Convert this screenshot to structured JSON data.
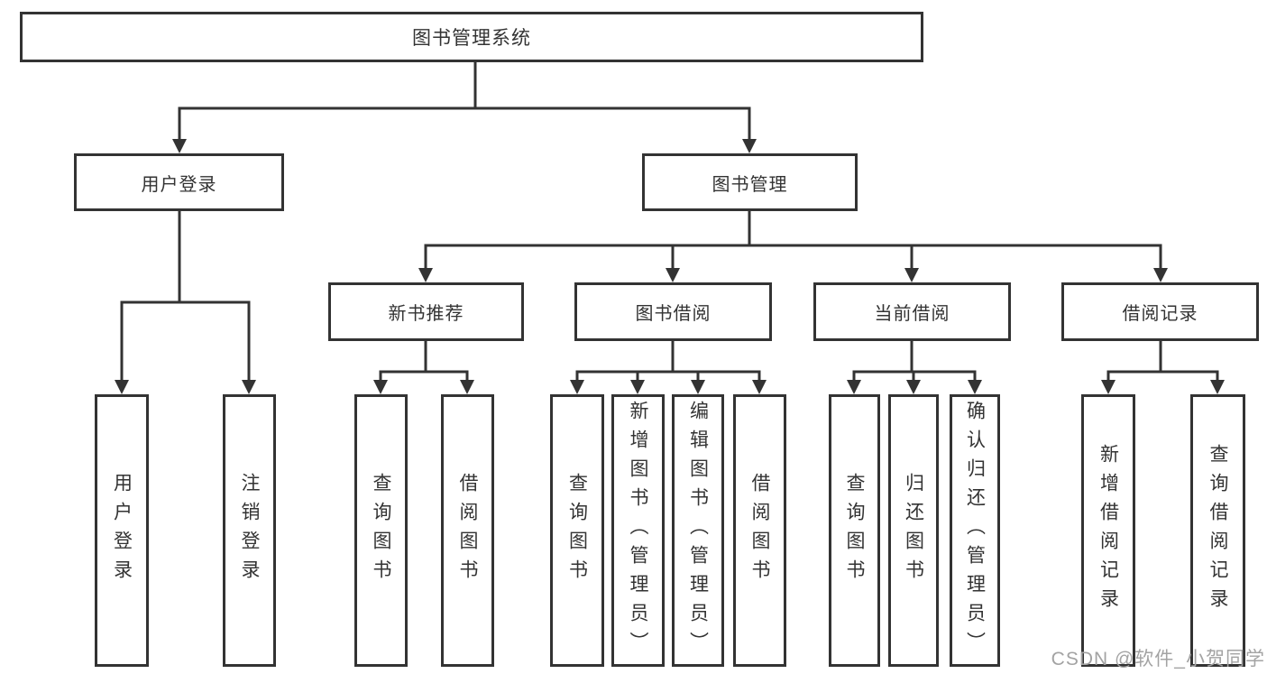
{
  "diagram_title": "图书管理系统",
  "tree": {
    "root": {
      "label": "图书管理系统",
      "children": [
        {
          "label": "用户登录",
          "children": [
            {
              "label": "用户登录"
            },
            {
              "label": "注销登录"
            }
          ]
        },
        {
          "label": "图书管理",
          "children": [
            {
              "label": "新书推荐",
              "children": [
                {
                  "label": "查询图书"
                },
                {
                  "label": "借阅图书"
                }
              ]
            },
            {
              "label": "图书借阅",
              "children": [
                {
                  "label": "查询图书"
                },
                {
                  "label": "新增图书（管理员）"
                },
                {
                  "label": "编辑图书（管理员）"
                },
                {
                  "label": "借阅图书"
                }
              ]
            },
            {
              "label": "当前借阅",
              "children": [
                {
                  "label": "查询图书"
                },
                {
                  "label": "归还图书"
                },
                {
                  "label": "确认归还（管理员）"
                }
              ]
            },
            {
              "label": "借阅记录",
              "children": [
                {
                  "label": "新增借阅记录"
                },
                {
                  "label": "查询借阅记录"
                }
              ]
            }
          ]
        }
      ]
    }
  },
  "watermark": {
    "text": "CSDN @软件_小贺同学"
  },
  "colors": {
    "line": "#333333",
    "text": "#333333",
    "box_background": "#ffffff",
    "watermark": "#a3a3a3"
  }
}
